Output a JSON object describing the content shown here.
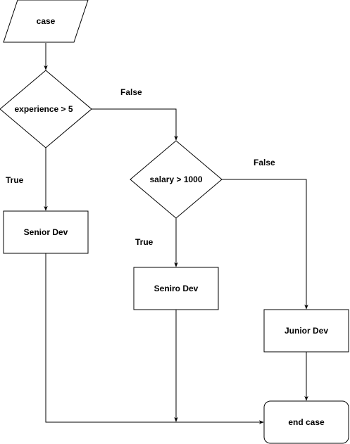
{
  "nodes": {
    "start": "case",
    "cond1": "experience > 5",
    "cond2": "salary > 1000",
    "senior_dev": "Senior Dev",
    "seniro_dev": "Seniro Dev",
    "junior_dev": "Junior Dev",
    "end": "end case"
  },
  "edges": {
    "cond1_false": "False",
    "cond1_true": "True",
    "cond2_false": "False",
    "cond2_true": "True"
  },
  "colors": {
    "stroke": "#000000",
    "fill": "#ffffff"
  }
}
